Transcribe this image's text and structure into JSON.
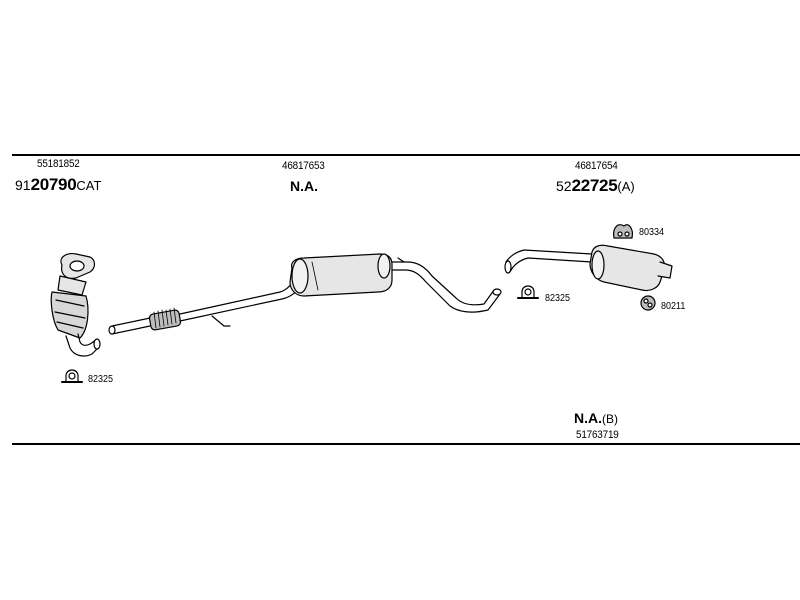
{
  "sections": {
    "front": {
      "oem_number": "55181852",
      "part_prefix": "91",
      "part_main": "20790",
      "part_suffix": "CAT"
    },
    "middle": {
      "oem_number": "46817653",
      "part_label": "N.A."
    },
    "rear": {
      "oem_number": "46817654",
      "part_prefix": "52",
      "part_main": "22725",
      "part_suffix": "(A)"
    },
    "bottom": {
      "part_label": "N.A.",
      "part_suffix": "(B)",
      "oem_number": "51763719"
    }
  },
  "accessories": {
    "clamp_front": "82325",
    "clamp_rear": "82325",
    "hanger_top": "80334",
    "hanger_ring": "80211"
  },
  "colors": {
    "line": "#000000",
    "fill_light": "#e6e6e6",
    "fill_mid": "#bdbdbd"
  }
}
